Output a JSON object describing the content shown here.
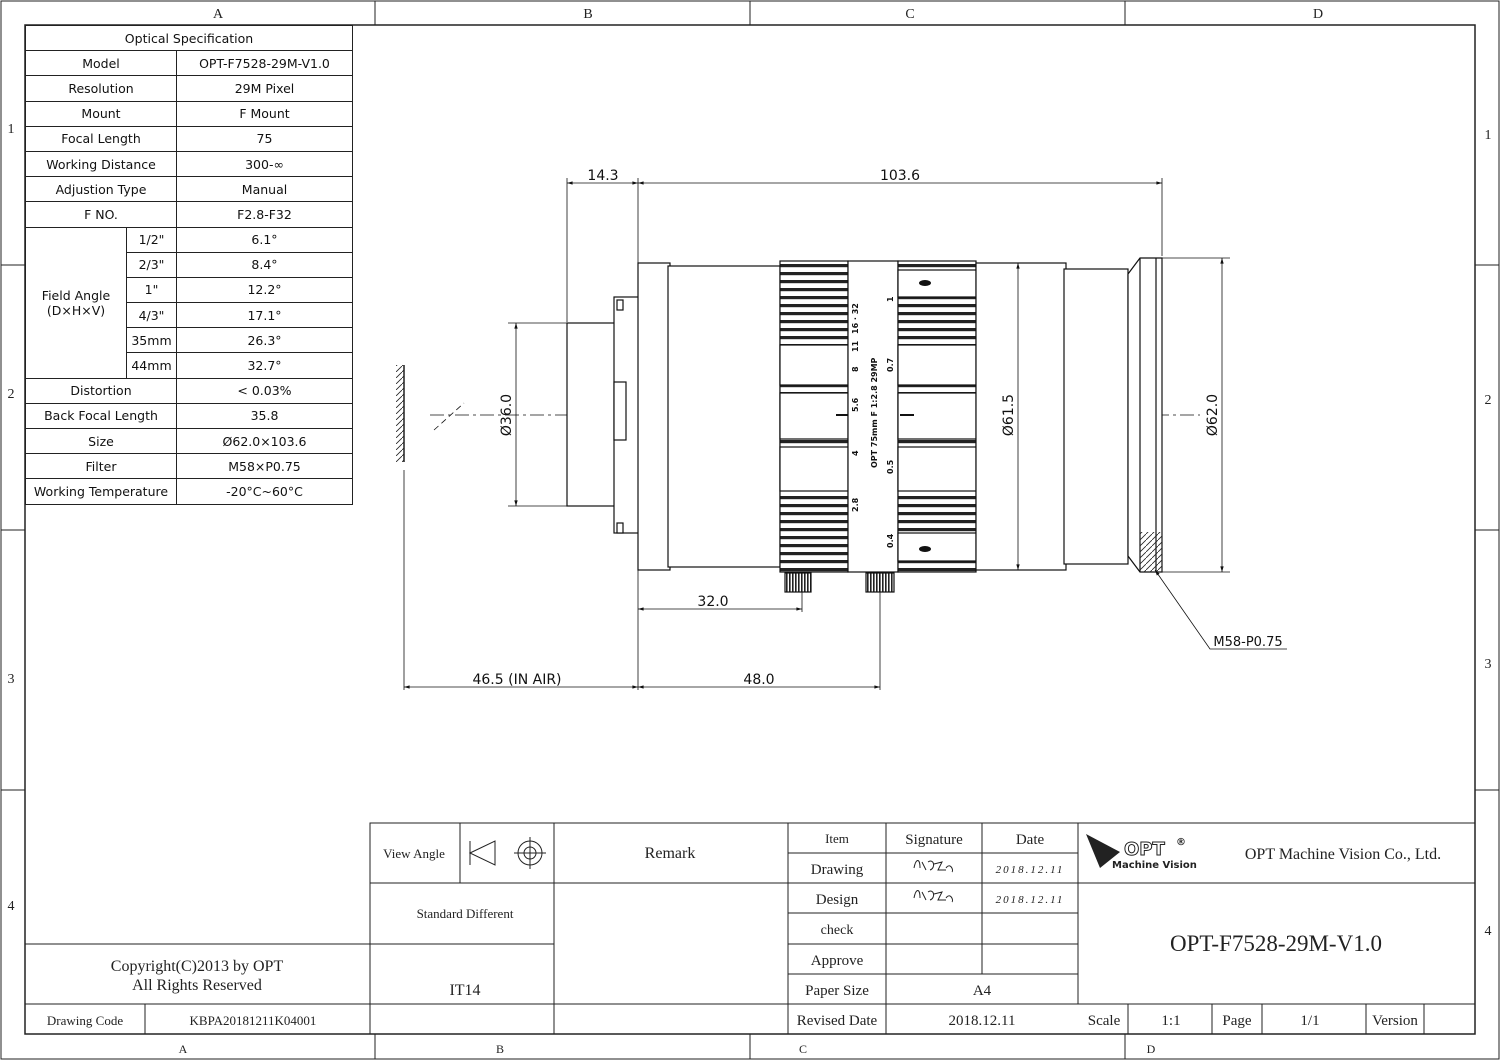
{
  "frame": {
    "col_labels": [
      "A",
      "B",
      "C",
      "D"
    ],
    "row_labels": [
      "1",
      "2",
      "3",
      "4"
    ]
  },
  "spec_table": {
    "title": "Optical Specification",
    "rows": [
      {
        "label": "Model",
        "value": "OPT-F7528-29M-V1.0"
      },
      {
        "label": "Resolution",
        "value": "29M Pixel"
      },
      {
        "label": "Mount",
        "value": "F Mount"
      },
      {
        "label": "Focal Length",
        "value": "75"
      },
      {
        "label": "Working Distance",
        "value": "300-∞"
      },
      {
        "label": "Adjustion Type",
        "value": "Manual"
      },
      {
        "label": "F NO.",
        "value": "F2.8-F32"
      }
    ],
    "field_angle": {
      "label_line1": "Field Angle",
      "label_line2": "(D×H×V)",
      "rows": [
        {
          "sensor": "1/2\"",
          "value": "6.1°"
        },
        {
          "sensor": "2/3\"",
          "value": "8.4°"
        },
        {
          "sensor": "1\"",
          "value": "12.2°"
        },
        {
          "sensor": "4/3\"",
          "value": "17.1°"
        },
        {
          "sensor": "35mm",
          "value": "26.3°"
        },
        {
          "sensor": "44mm",
          "value": "32.7°"
        }
      ]
    },
    "rows2": [
      {
        "label": "Distortion",
        "value": "< 0.03%"
      },
      {
        "label": "Back Focal Length",
        "value": "35.8"
      },
      {
        "label": "Size",
        "value": "Ø62.0×103.6"
      },
      {
        "label": "Filter",
        "value": "M58×P0.75"
      },
      {
        "label": "Working Temperature",
        "value": "-20°C~60°C"
      }
    ]
  },
  "dimensions": {
    "d_14_3": "14.3",
    "d_103_6": "103.6",
    "d_dia36": "Ø36.0",
    "d_dia61": "Ø61.5",
    "d_dia62": "Ø62.0",
    "d_32": "32.0",
    "d_46_5": "46.5  (IN AIR)",
    "d_48": "48.0",
    "thread": "M58-P0.75"
  },
  "lens_markings": {
    "aperture_scale": [
      "2.8",
      "4",
      "5.6",
      "8",
      "11",
      "16 · 32"
    ],
    "focus_scale": [
      "0.4",
      "0.5",
      "0.7",
      "1"
    ],
    "brand_text": "OPT 75mm F 1:2.8 29MP"
  },
  "title_block": {
    "view_angle": "View Angle",
    "remark": "Remark",
    "standard_different": "Standard Different",
    "it14": "IT14",
    "copyright_line1": "Copyright(C)2013 by OPT",
    "copyright_line2": "All Rights Reserved",
    "drawing_code_label": "Drawing Code",
    "drawing_code": "KBPA20181211K04001",
    "item": "Item",
    "signature": "Signature",
    "date": "Date",
    "drawing": "Drawing",
    "design": "Design",
    "check": "check",
    "approve": "Approve",
    "paper_size_label": "Paper Size",
    "paper_size": "A4",
    "revised_date_label": "Revised Date",
    "revised_date": "2018.12.11",
    "sign_date1": "2018.12.11",
    "sign_date2": "2018.12.11",
    "company": "OPT Machine Vision Co., Ltd.",
    "logo_text": "OPT",
    "logo_sub": "Machine Vision",
    "part_number": "OPT-F7528-29M-V1.0",
    "scale_label": "Scale",
    "scale": "1:1",
    "page_label": "Page",
    "page": "1/1",
    "version_label": "Version",
    "version": ""
  }
}
